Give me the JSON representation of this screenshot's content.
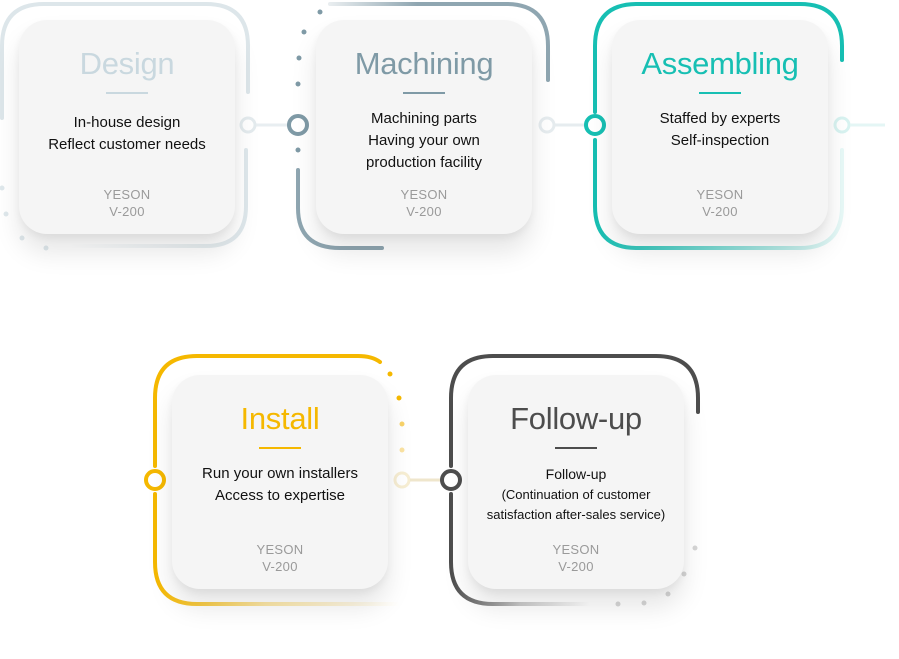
{
  "steps": [
    {
      "id": "design",
      "title": "Design",
      "lines": [
        "In-house design",
        "Reflect customer needs"
      ],
      "brand": "YESON",
      "model": "V-200",
      "color": "#c9d8df"
    },
    {
      "id": "machining",
      "title": "Machining",
      "lines": [
        "Machining parts",
        "Having your own",
        "production facility"
      ],
      "brand": "YESON",
      "model": "V-200",
      "color": "#7f9aa6"
    },
    {
      "id": "assembling",
      "title": "Assembling",
      "lines": [
        "Staffed by experts",
        "Self-inspection"
      ],
      "brand": "YESON",
      "model": "V-200",
      "color": "#17bfb3"
    },
    {
      "id": "install",
      "title": "Install",
      "lines": [
        "Run your own installers",
        "Access to expertise"
      ],
      "brand": "YESON",
      "model": "V-200",
      "color": "#f5b800"
    },
    {
      "id": "follow-up",
      "title": "Follow-up",
      "lines": [
        "Follow-up",
        "(Continuation of customer",
        "satisfaction after-sales service)"
      ],
      "brand": "YESON",
      "model": "V-200",
      "color": "#4d4d4d"
    }
  ]
}
